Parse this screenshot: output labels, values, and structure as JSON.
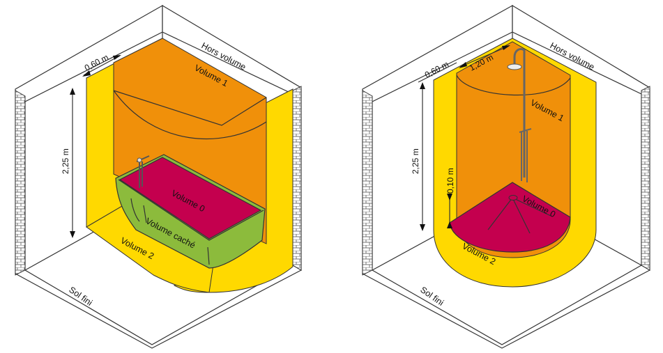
{
  "colors": {
    "background": "#ffffff",
    "wall": "#ffffff",
    "brick": "#8a8a8a",
    "volume_0": "#c4004e",
    "volume_1": "#f0900a",
    "volume_2": "#ffd900",
    "volume_cache": "#8cbb3c",
    "outline": "#333333"
  },
  "bath_diagram": {
    "hors_volume": "Hors volume",
    "volume_1": "Volume 1",
    "volume_0": "Volume 0",
    "volume_cache": "Volume caché",
    "volume_2": "Volume 2",
    "sol_fini": "Sol fini",
    "dim_width": "0,60 m",
    "dim_height": "2,25 m"
  },
  "shower_diagram": {
    "hors_volume": "Hors volume",
    "volume_1": "Volume 1",
    "volume_0": "Volume 0",
    "volume_2": "Volume 2",
    "sol_fini": "Sol fini",
    "dim_width": "0,60 m",
    "dim_radius": "1,20 m",
    "dim_height": "2,25 m",
    "dim_tray": "0,10 m"
  }
}
